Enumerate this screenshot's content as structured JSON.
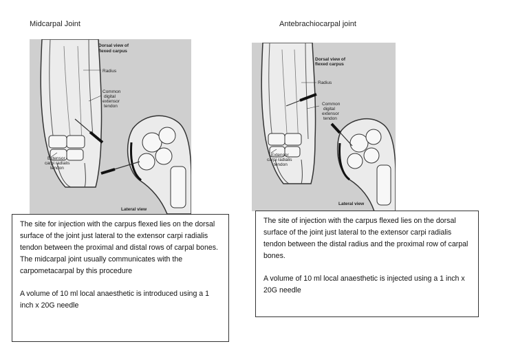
{
  "left": {
    "heading": "Midcarpal Joint",
    "figure": {
      "title_line1": "Dorsal view of",
      "title_line2": "flexed carpus",
      "radius": "Radius",
      "cdet_line1": "Common",
      "cdet_line2": "digital",
      "cdet_line3": "extensor",
      "cdet_line4": "tendon",
      "ecr_line1": "Extensor",
      "ecr_line2": "carpi radialis",
      "ecr_line3": "tendon",
      "lateral": "Lateral view"
    },
    "para1": "The site for injection with the carpus flexed lies on the dorsal surface of the joint just lateral to the extensor carpi radialis tendon between the proximal and distal rows of carpal bones. The midcarpal joint usually communicates with the carpometacarpal by this procedure",
    "para2": "A volume of 10 ml local anaesthetic is introduced using a 1 inch x 20G needle"
  },
  "right": {
    "heading": "Antebrachiocarpal joint",
    "figure": {
      "title_line1": "Dorsal view of",
      "title_line2": "flexed carpus",
      "radius": "Radius",
      "cdet_line1": "Common",
      "cdet_line2": "digital",
      "cdet_line3": "extensor",
      "cdet_line4": "tendon",
      "ecr_line1": "Extensor",
      "ecr_line2": "carpi radialis",
      "ecr_line3": "tendon",
      "lateral": "Lateral view"
    },
    "para1": "The site of injection with the carpus flexed lies on the dorsal surface of the joint just lateral to the extensor carpi radialis tendon between the distal radius and the proximal row of carpal bones.",
    "para2": "A volume of 10 ml local anaesthetic is injected using a 1 inch x 20G needle"
  }
}
